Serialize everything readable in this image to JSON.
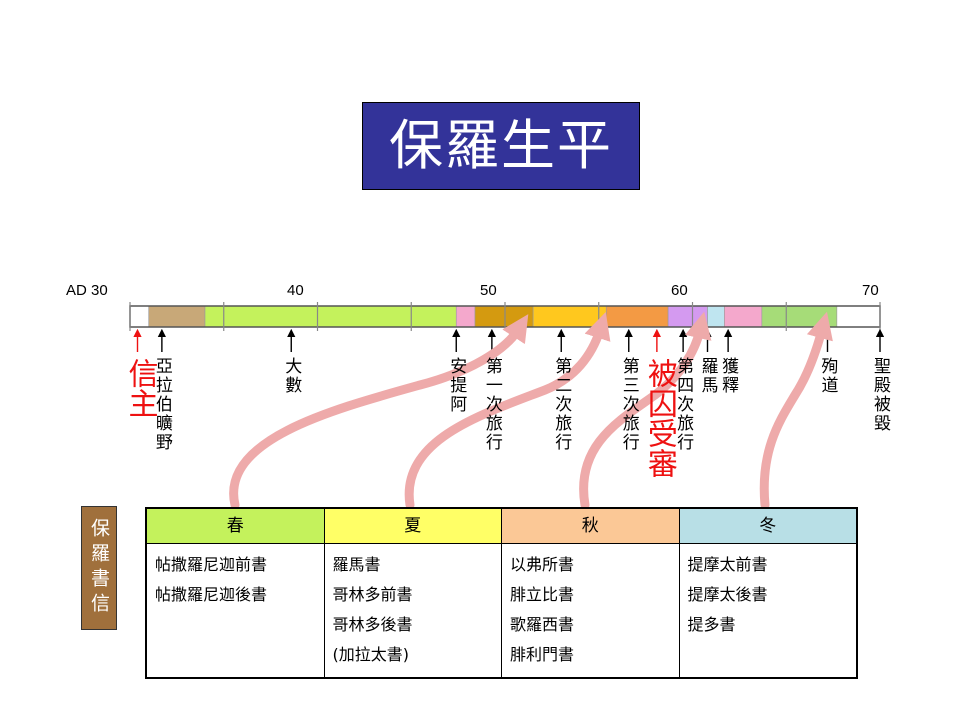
{
  "title": "保羅生平",
  "timeline": {
    "axis_labels": [
      "AD 30",
      "40",
      "50",
      "60",
      "70"
    ],
    "years": [
      30,
      40,
      50,
      60,
      70
    ],
    "segments": [
      {
        "from": 30,
        "to": 31,
        "color": "#ffffff"
      },
      {
        "from": 31,
        "to": 34,
        "color": "#c8a878"
      },
      {
        "from": 34,
        "to": 47.4,
        "color": "#c4f25c"
      },
      {
        "from": 47.4,
        "to": 48.4,
        "color": "#f4a8cc"
      },
      {
        "from": 48.4,
        "to": 51.5,
        "color": "#d49a10"
      },
      {
        "from": 51.5,
        "to": 55.4,
        "color": "#ffc81e"
      },
      {
        "from": 55.4,
        "to": 58.7,
        "color": "#f39a44"
      },
      {
        "from": 58.7,
        "to": 60.8,
        "color": "#d49af0"
      },
      {
        "from": 60.8,
        "to": 61.7,
        "color": "#bfe5f0"
      },
      {
        "from": 61.7,
        "to": 63.7,
        "color": "#f4a8cc"
      },
      {
        "from": 63.7,
        "to": 67.7,
        "color": "#a6dc78"
      },
      {
        "from": 67.7,
        "to": 70,
        "color": "#ffffff"
      }
    ],
    "events": [
      {
        "label": "信主",
        "year": 30.4,
        "red": true
      },
      {
        "label": "亞拉伯曠野",
        "year": 31.7,
        "red": false
      },
      {
        "label": "大數",
        "year": 38.6,
        "red": false
      },
      {
        "label": "安提阿",
        "year": 47.4,
        "red": false
      },
      {
        "label": "第一次旅行",
        "year": 49.3,
        "red": false
      },
      {
        "label": "第二次旅行",
        "year": 53.0,
        "red": false
      },
      {
        "label": "第三次旅行",
        "year": 56.6,
        "red": false
      },
      {
        "label": "被囚受審",
        "year": 58.1,
        "red": true
      },
      {
        "label": "第四次旅行",
        "year": 59.5,
        "red": false
      },
      {
        "label": "羅馬",
        "year": 60.8,
        "red": false
      },
      {
        "label": "獲釋",
        "year": 61.9,
        "red": false
      },
      {
        "label": "殉道",
        "year": 67.2,
        "red": false
      },
      {
        "label": "聖殿被毀",
        "year": 70,
        "red": false
      }
    ],
    "arrow_color": "#ee1111",
    "curve_color": "#eeaaaa"
  },
  "side_label": "保羅書信",
  "seasons": [
    {
      "name": "春",
      "color": "#c4f25c",
      "letters": [
        "帖撒羅尼迦前書",
        "帖撒羅尼迦後書"
      ]
    },
    {
      "name": "夏",
      "color": "#ffff66",
      "letters": [
        "羅馬書",
        "哥林多前書",
        "哥林多後書",
        "(加拉太書)"
      ]
    },
    {
      "name": "秋",
      "color": "#fbc896",
      "letters": [
        "以弗所書",
        "腓立比書",
        "歌羅西書",
        "腓利門書"
      ]
    },
    {
      "name": "冬",
      "color": "#b8dfe6",
      "letters": [
        "提摩太前書",
        "提摩太後書",
        "提多書"
      ]
    }
  ]
}
